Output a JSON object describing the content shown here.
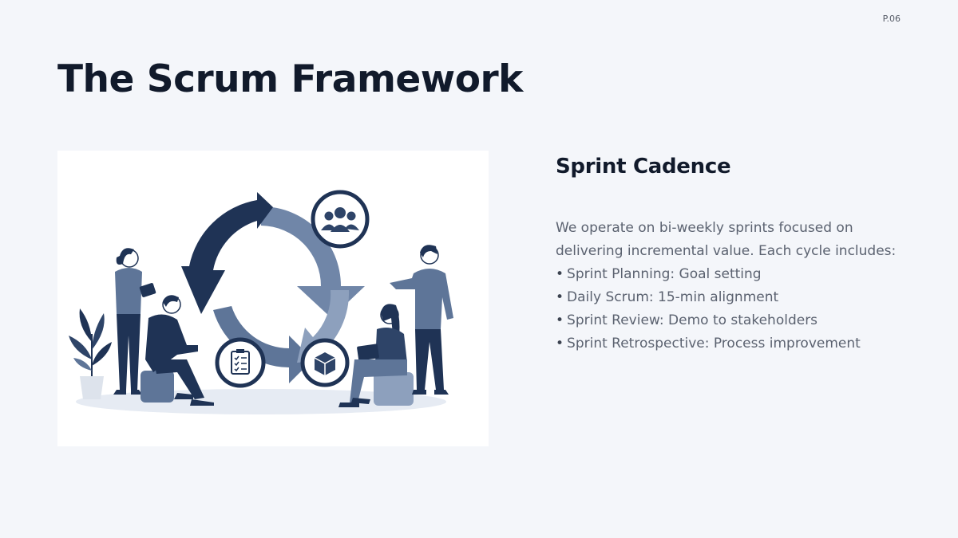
{
  "page_number": "P.06",
  "title": "The Scrum Framework",
  "section": {
    "title": "Sprint Cadence",
    "intro": "We operate on bi-weekly sprints focused on delivering incremental value. Each cycle includes:",
    "bullets": [
      "Sprint Planning: Goal setting",
      "Daily Scrum: 15-min alignment",
      "Sprint Review: Demo to stakeholders",
      "Sprint Retrospective: Process improvement"
    ]
  },
  "illustration": {
    "icons": [
      "team-icon",
      "clipboard-checklist-icon",
      "package-box-icon",
      "plant-icon"
    ],
    "colors": {
      "navy": "#1f3355",
      "slate": "#5e7598",
      "light_slate": "#8da0bd",
      "pale": "#e6ebf3"
    }
  }
}
